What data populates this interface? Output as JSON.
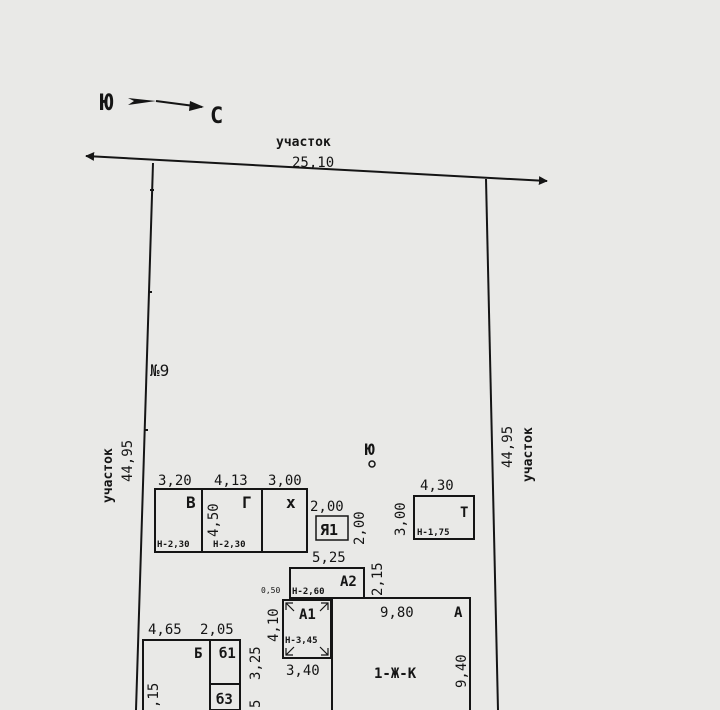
{
  "compass": {
    "from": "Ю",
    "to": "С"
  },
  "top": {
    "label": "участок",
    "length": "25,10"
  },
  "left": {
    "label": "участок",
    "length": "44,95"
  },
  "right": {
    "label": "участок",
    "length": "44,95"
  },
  "lot_number": "№9",
  "well_label": "Ю",
  "b1": {
    "w1": "3,20",
    "w2": "4,13",
    "w3": "3,00",
    "depth": "4,50",
    "lit_v": "В",
    "lit_g": "Г",
    "lit_x": "х",
    "h1": "Н-2,30",
    "h2": "Н-2,30"
  },
  "ya1": {
    "label": "Я1",
    "w": "2,00",
    "d": "2,00"
  },
  "t": {
    "label": "Т",
    "w": "4,30",
    "d": "3,00",
    "h": "Н-1,75"
  },
  "a2": {
    "label": "А2",
    "w": "5,25",
    "d": "2,15",
    "offset": "0,50",
    "h": "Н-2,60"
  },
  "a1": {
    "label": "А1",
    "d": "4,10",
    "w": "3,40",
    "h": "Н-3,45"
  },
  "a": {
    "label": "А",
    "w": "9,80",
    "d": "9,40",
    "use": "1-Ж-К"
  },
  "b_block": {
    "w1": "4,65",
    "w2": "2,05",
    "lit_b": "Б",
    "lit_b1": "б1",
    "lit_b3": "б3",
    "dim_325": "3,25",
    "dim_15": "5",
    "dim_left": ",15"
  }
}
